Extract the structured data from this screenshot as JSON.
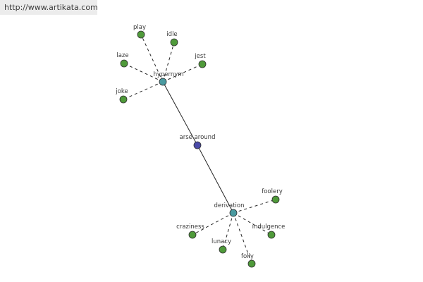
{
  "source": {
    "url_text": "http://www.artikata.com"
  },
  "colors": {
    "background": "#ffffff",
    "banner_bg": "#ececec",
    "banner_text": "#3a3a3a",
    "center_node": "#4a4aa8",
    "hub_node": "#4a9aa0",
    "leaf_node": "#4f9a3a",
    "node_stroke": "#2e2e2e",
    "edge": "#222222",
    "label": "#3a3a3a"
  },
  "graph": {
    "center": {
      "id": "center",
      "label": "arse around",
      "type": "center"
    },
    "hubs": [
      {
        "id": "hypernym",
        "label": "hypernym",
        "type": "hub"
      },
      {
        "id": "derivation",
        "label": "derivation",
        "type": "hub"
      }
    ],
    "leaves": [
      {
        "id": "play",
        "label": "play",
        "hub": "hypernym"
      },
      {
        "id": "idle",
        "label": "idle",
        "hub": "hypernym"
      },
      {
        "id": "laze",
        "label": "laze",
        "hub": "hypernym"
      },
      {
        "id": "jest",
        "label": "jest",
        "hub": "hypernym"
      },
      {
        "id": "joke",
        "label": "joke",
        "hub": "hypernym"
      },
      {
        "id": "foolery",
        "label": "foolery",
        "hub": "derivation"
      },
      {
        "id": "craziness",
        "label": "craziness",
        "hub": "derivation"
      },
      {
        "id": "indulgence",
        "label": "indulgence",
        "hub": "derivation"
      },
      {
        "id": "lunacy",
        "label": "lunacy",
        "hub": "derivation"
      },
      {
        "id": "folly",
        "label": "folly",
        "hub": "derivation"
      }
    ],
    "edges": [
      {
        "from": "center",
        "to": "hypernym",
        "style": "solid"
      },
      {
        "from": "center",
        "to": "derivation",
        "style": "solid"
      },
      {
        "from": "hypernym",
        "to": "play",
        "style": "dashed"
      },
      {
        "from": "hypernym",
        "to": "idle",
        "style": "dashed"
      },
      {
        "from": "hypernym",
        "to": "laze",
        "style": "dashed"
      },
      {
        "from": "hypernym",
        "to": "jest",
        "style": "dashed"
      },
      {
        "from": "hypernym",
        "to": "joke",
        "style": "dashed"
      },
      {
        "from": "derivation",
        "to": "foolery",
        "style": "dashed"
      },
      {
        "from": "derivation",
        "to": "craziness",
        "style": "dashed"
      },
      {
        "from": "derivation",
        "to": "indulgence",
        "style": "dashed"
      },
      {
        "from": "derivation",
        "to": "lunacy",
        "style": "dashed"
      },
      {
        "from": "derivation",
        "to": "folly",
        "style": "dashed"
      }
    ]
  }
}
